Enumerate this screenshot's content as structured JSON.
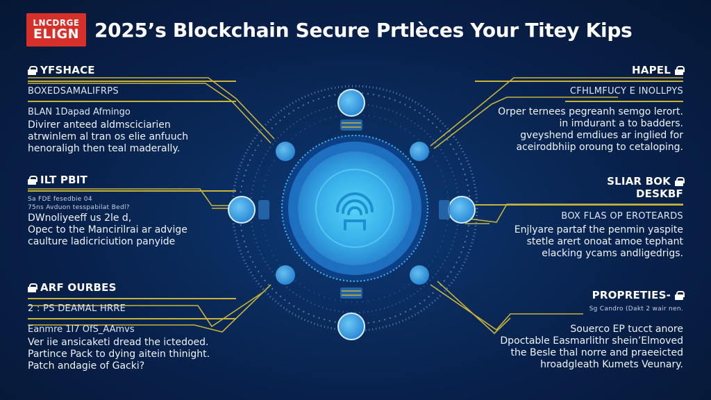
{
  "header": {
    "logo_line1": "LNCDRGE",
    "logo_line2": "ELIGN",
    "title": "2025’s Blockchain Secure Prtlèces Your Titey Kips"
  },
  "panels": {
    "top_left": {
      "title": "YFSHACE",
      "subtitle": "BOXEDSAMALIFRPS",
      "lines": [
        "BLAN 1Dapad Afmingo",
        "Divirer anteed aldmsciciarien",
        "atrwinlem al tran os elie anfuuch",
        "henoraligh then teal maderally."
      ]
    },
    "mid_left": {
      "title": "ILT PBIT",
      "small_lines": [
        "Sa FDE fesedbie 04",
        "75ns Avduon tesspabilat Bedl?"
      ],
      "lines": [
        "DWnoliyeeff us 2le d,",
        "Opec to the Mancirilrai ar advige",
        "caulture ladicriciution panyide"
      ]
    },
    "bottom_left": {
      "title": "ARF OURBES",
      "subtitle": "2 : PS DEAMAL HRRE",
      "lines": [
        "Eanmre 1I7 OfS_AAmvs",
        "Ver iie ansicaketi dread the ictedoed.",
        "Partince Pack to dying aitein thinight.",
        "Patch andagie of Gacki?"
      ]
    },
    "top_right": {
      "title": "HAPEL",
      "subtitle": "CFHLMFUCY E INOLLPYS",
      "lines": [
        "Orper ternees pegreanh semgo lerort.",
        "in imdurant a to badders.",
        "gveyshend emdiues ar inglied for",
        "aceirodbhiip oroung to cetaloping."
      ]
    },
    "mid_right": {
      "title": "SLIAR BOK",
      "title2": "DESKBF",
      "subtitle": "BOX FLAS OP EROTEARDS",
      "lines": [
        "Enjlyare partaf the penmin yaspite",
        "stetle arert onoat amoe tephant",
        "elacking ycams andligedrigs."
      ]
    },
    "bottom_right": {
      "title": "PROPRETIES-",
      "small_line": "Sg Candro (Dakt 2 wair nen.",
      "lines": [
        "Souerco EP tucct anore",
        "Dpoctable Easmarlithr shein’Elmoved",
        "the Besle thal norre and praeeicted",
        "hroadgleath Kumets Veunary."
      ]
    }
  },
  "colors": {
    "background": "#08204a",
    "accent_gold": "#c9b43a",
    "logo_red": "#d6302a",
    "hub_cyan": "#3fb8ee"
  },
  "icons": {
    "panel_icon": "lock-icon",
    "hub_icon": "wifi-signal-icon"
  }
}
